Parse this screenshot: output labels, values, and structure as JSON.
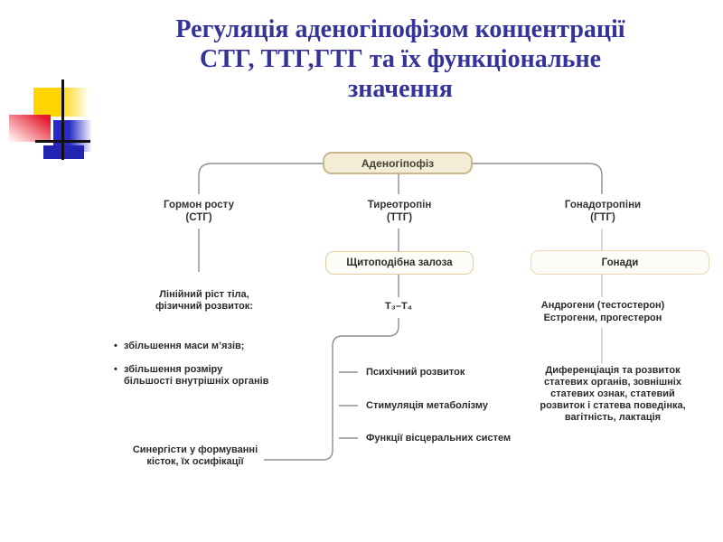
{
  "slide": {
    "title_lines": [
      "Регуляція аденогіпофізом концентрації",
      "СТГ, ТТГ,ГТГ та їх функціональне",
      "значення"
    ]
  },
  "diagram": {
    "root_label": "Аденогіпофіз",
    "bullet_marker": "•",
    "left": {
      "hormone": "Гормон росту\n(СТГ)",
      "effects_heading": "Лінійний ріст тіла,\nфізичний розвиток:",
      "bullets": [
        "збільшення маси м’язів;",
        "збільшення розміру\nбільшості внутрішніх органів"
      ],
      "bottom_note": "Синергісти у формуванні\nкісток, їх осифікації"
    },
    "middle": {
      "hormone": "Тиреотропін\n(ТТГ)",
      "gland": "Щитоподібна залоза",
      "secretion": "Т₃–Т₄",
      "effects": [
        "Психічний розвиток",
        "Стимуляція метаболізму",
        "Функції вісцеральних систем"
      ]
    },
    "right": {
      "hormone": "Гонадотропіни\n(ГТГ)",
      "gland": "Гонади",
      "secretion": "Андрогени (тестостерон)\nЕстрогени, прогестерон",
      "effects_text": "Диференціація та розвиток\nстатевих органів, зовнішніх\nстатевих ознак, статевий\nрозвиток і статева поведінка,\nвагітність, лактація"
    },
    "colors": {
      "title": "#333399",
      "box_fill": "#f4edd5",
      "box_border": "#c9b88c",
      "line": "#8f8f8f",
      "light_line": "#c4c4c4"
    }
  }
}
